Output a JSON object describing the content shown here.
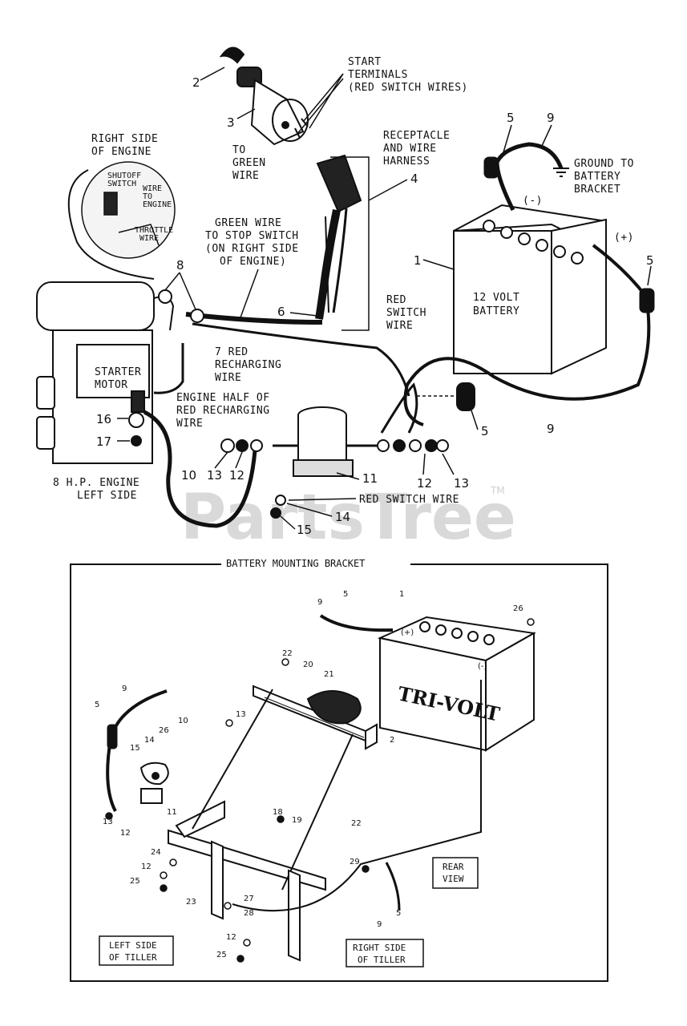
{
  "watermark": {
    "text": "PartsTree",
    "tm": "TM"
  },
  "top_labels": {
    "start_terminals": [
      "START",
      "TERMINALS",
      "(RED SWITCH WIRES)"
    ],
    "to_green_wire": [
      "TO",
      "GREEN",
      "WIRE"
    ],
    "receptacle": [
      "RECEPTACLE",
      "AND WIRE",
      "HARNESS"
    ],
    "right_side_engine": [
      "RIGHT SIDE",
      "OF ENGINE"
    ],
    "ground": [
      "GROUND TO",
      "BATTERY",
      "BRACKET"
    ],
    "green_wire_stop": [
      "GREEN WIRE",
      "TO STOP SWITCH",
      "(ON RIGHT SIDE",
      "OF ENGINE)"
    ],
    "battery": [
      "12 VOLT",
      "BATTERY"
    ],
    "red_switch_wire_upper": [
      "RED",
      "SWITCH",
      "WIRE"
    ],
    "red_recharging": [
      "7 RED",
      "RECHARGING",
      "WIRE"
    ],
    "starter_motor": [
      "STARTER",
      "MOTOR"
    ],
    "engine_half": [
      "ENGINE HALF OF",
      "RED RECHARGING",
      "WIRE"
    ],
    "engine_left": [
      "8 H.P. ENGINE",
      "LEFT SIDE"
    ],
    "red_switch_wire_lower": "RED SWITCH WIRE",
    "switch_inset": [
      "SHUTOFF",
      "SWITCH",
      "WIRE",
      "TO",
      "ENGINE",
      "THROTTLE",
      "WIRE"
    ],
    "minus": "(-)",
    "plus": "(+)"
  },
  "top_numbers": {
    "n2": "2",
    "n3": "3",
    "n4": "4",
    "n5a": "5",
    "n9a": "9",
    "n1": "1",
    "n5b": "5",
    "n8": "8",
    "n6": "6",
    "n5c": "5",
    "n9b": "9",
    "n16": "16",
    "n17": "17",
    "n10": "10",
    "n13a": "13",
    "n12a": "12",
    "n11": "11",
    "n12b": "12",
    "n13b": "13",
    "n14": "14",
    "n15": "15"
  },
  "bottom": {
    "title": "BATTERY MOUNTING BRACKET",
    "rear_view": [
      "REAR",
      "VIEW"
    ],
    "left_side": [
      "LEFT SIDE",
      "OF TILLER"
    ],
    "right_side": [
      "RIGHT SIDE",
      "OF TILLER"
    ],
    "battery_brand": "TRI-VOLT",
    "plus": "(+)",
    "minus": "(-)",
    "nums": {
      "n9a": "9",
      "n5a": "5",
      "n1": "1",
      "n26a": "26",
      "n22a": "22",
      "n20": "20",
      "n21": "21",
      "n2": "2",
      "n9b": "9",
      "n5b": "5",
      "n10": "10",
      "n13a": "13",
      "n15": "15",
      "n14": "14",
      "n26b": "26",
      "n11": "11",
      "n13b": "13",
      "n12a": "12",
      "n18": "18",
      "n19": "19",
      "n22b": "22",
      "n24": "24",
      "n12b": "12",
      "n25a": "25",
      "n29": "29",
      "n27": "27",
      "n28": "28",
      "n23": "23",
      "n12c": "12",
      "n25b": "25",
      "n9c": "9",
      "n5c": "5"
    }
  }
}
